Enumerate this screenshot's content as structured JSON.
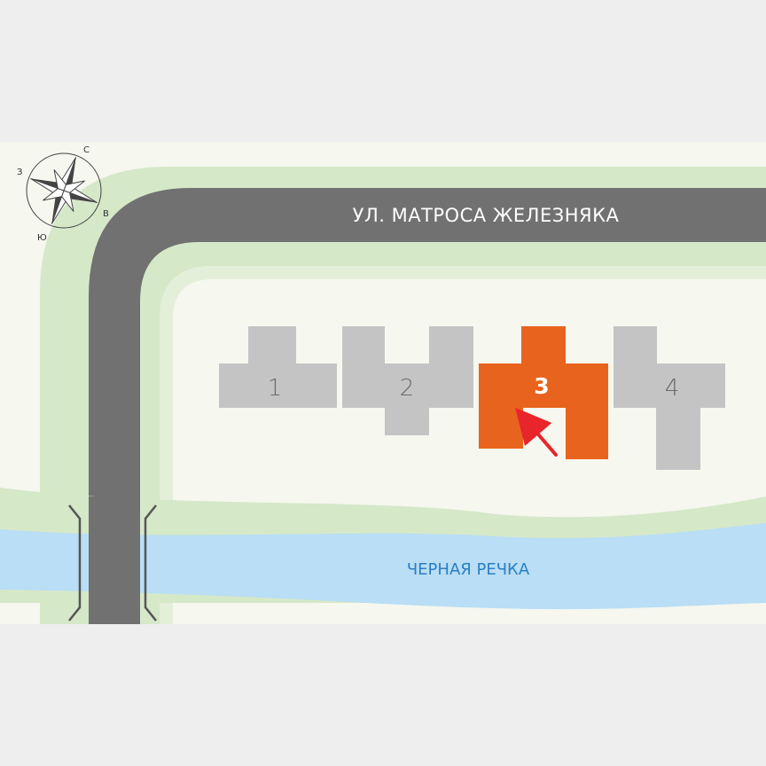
{
  "road": {
    "name": "УЛ. МАТРОСА ЖЕЛЕЗНЯКА"
  },
  "river": {
    "name": "ЧЕРНАЯ РЕЧКА"
  },
  "compass": {
    "north": "С",
    "east": "В",
    "south": "Ю",
    "west": "З"
  },
  "buildings": [
    {
      "number": "1",
      "selected": false
    },
    {
      "number": "2",
      "selected": false
    },
    {
      "number": "3",
      "selected": true
    },
    {
      "number": "4",
      "selected": false
    }
  ],
  "colors": {
    "background": "#f6f7ef",
    "green_strip": "#d5e8c8",
    "road": "#717171",
    "river": "#b9def5",
    "river_text": "#2a7fc4",
    "building": "#c4c4c4",
    "building_selected": "#e8641e",
    "pointer_arrow": "#e8252b",
    "outer": "#eeeeee"
  }
}
